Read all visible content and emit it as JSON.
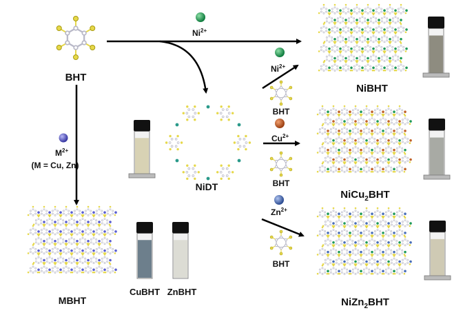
{
  "labels": {
    "bht_top": "BHT",
    "ni_top": "Ni",
    "m_ion": "M",
    "m_note": "(M = Cu, Zn)",
    "mbht": "MBHT",
    "cubht": "CuBHT",
    "znbht": "ZnBHT",
    "nidt": "NiDT",
    "ni_right": "Ni",
    "bht_1": "BHT",
    "cu_right": "Cu",
    "bht_2": "BHT",
    "zn_right": "Zn",
    "bht_3": "BHT",
    "nibht": "NiBHT",
    "nicu_a": "NiCu",
    "nicu_sub": "2",
    "nicu_b": "BHT",
    "nizn_a": "NiZn",
    "nizn_sub": "2",
    "nizn_b": "BHT",
    "charge": "2+"
  },
  "colors": {
    "sulfur": "#e6d84a",
    "carbon": "#b9b9c8",
    "nickel": "#1f9a5a",
    "copper": "#c0622a",
    "zinc": "#4a6fb8",
    "metal_blue": "#5a5fd0",
    "solution_nidt": "#d8d2b4",
    "solution_nibht": "#8e8c80",
    "solution_nicu": "#a8aaa4",
    "solution_nizn": "#cfcab4",
    "solution_cu": "#6d7f8c",
    "solution_zn": "#dcdcd4"
  }
}
